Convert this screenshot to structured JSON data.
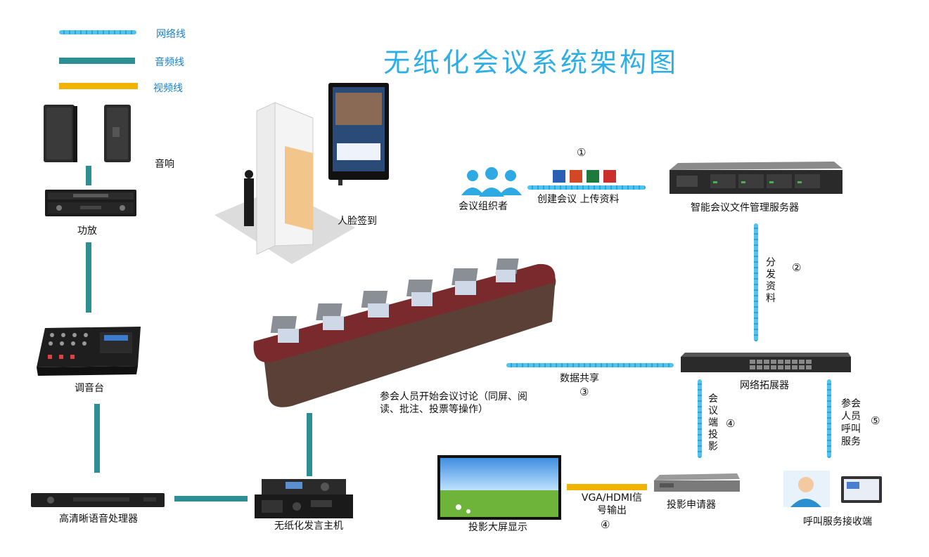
{
  "title": "无纸化会议系统架构图",
  "legend": [
    {
      "label": "网络线",
      "color": "#3fb8ea"
    },
    {
      "label": "音频线",
      "color": "#2b8f94"
    },
    {
      "label": "视频线",
      "color": "#f0b400"
    }
  ],
  "nodes": {
    "speaker": "音响",
    "amplifier": "功放",
    "mixer": "调音台",
    "voice_processor": "高清晰语音处理器",
    "speech_host": "无纸化发言主机",
    "face_signin": "人脸签到",
    "organizer": "会议组织者",
    "server": "智能会议文件管理服务器",
    "switch": "网络拓展器",
    "big_screen": "投影大屏显示",
    "projector_requester": "投影申请器",
    "call_receiver": "呼叫服务接收端",
    "meeting_table": "参会人员开始会议讨论（同屏、阅读、批注、投票等操作）"
  },
  "links": {
    "create_upload": "创建会议  上传资料",
    "create_upload_num": "①",
    "distribute": "分发资料",
    "distribute_num": "②",
    "data_share": "数据共享",
    "data_share_num": "③",
    "terminal_projection": "会议端投影",
    "terminal_projection_num": "④",
    "signal_output": "VGA/HDMI信号输出",
    "signal_output_num": "④",
    "call_service": "参会人员呼叫服务",
    "call_service_num": "⑤"
  }
}
